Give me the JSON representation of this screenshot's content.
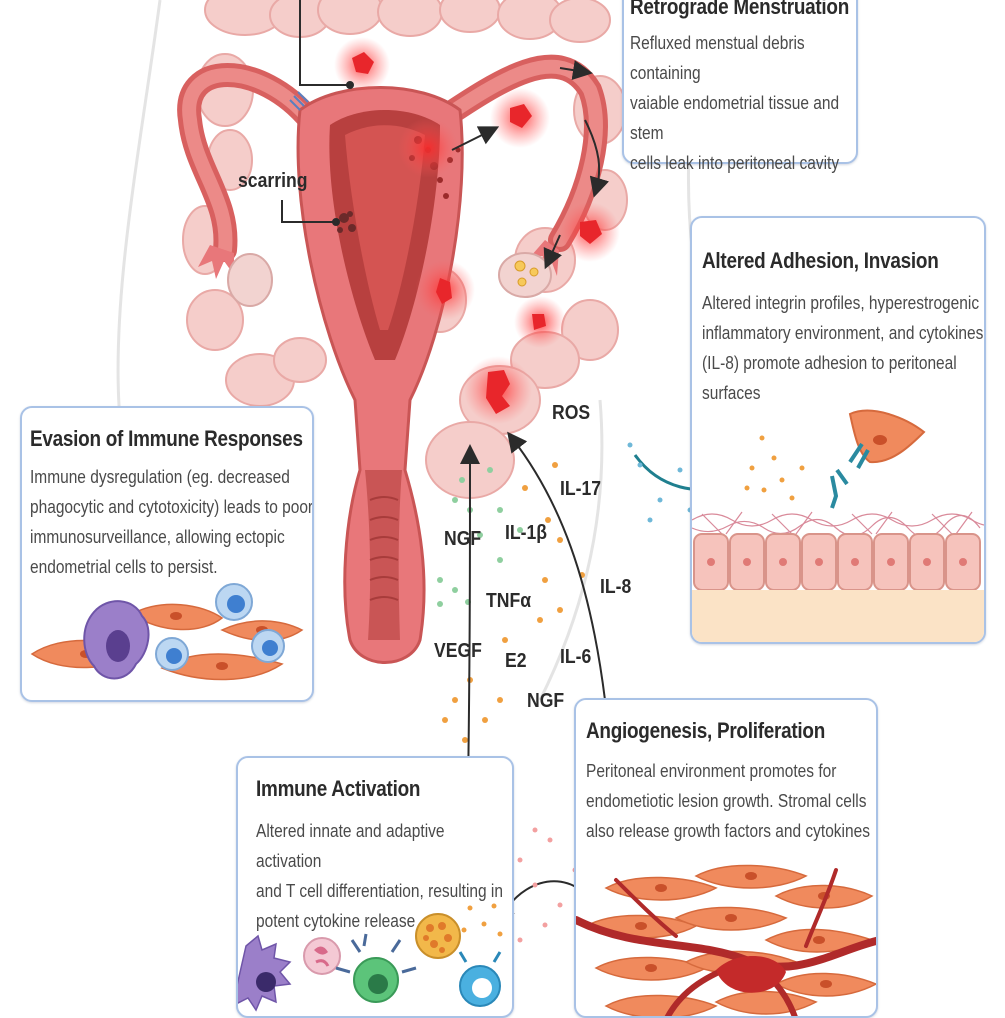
{
  "anatomy_labels": {
    "scarring": "scarring",
    "ros": "ROS"
  },
  "mediators": [
    "NGF",
    "IL-1β",
    "IL-17",
    "TNFα",
    "IL-8",
    "VEGF",
    "E2",
    "IL-6",
    "NGF"
  ],
  "panels": {
    "retrograde": {
      "title": "Retrograde Menstruation",
      "lines": [
        "Refluxed menstual debris containing",
        "vaiable endometrial tissue and stem",
        "cells leak into peritoneal cavity"
      ]
    },
    "adhesion": {
      "title": "Altered Adhesion, Invasion",
      "lines": [
        "Altered integrin profiles, hyperestrogenic",
        "inflammatory environment, and cytokines",
        "(IL-8) promote adhesion to peritoneal",
        "surfaces"
      ]
    },
    "evasion": {
      "title": "Evasion of Immune Responses",
      "lines": [
        "Immune dysregulation (eg. decreased",
        "phagocytic and cytotoxicity) leads to poor",
        "immunosurveillance, allowing ectopic",
        "endometrial cells to persist."
      ]
    },
    "angiogenesis": {
      "title": "Angiogenesis, Proliferation",
      "lines": [
        "Peritoneal environment promotes for",
        "endometiotic lesion growth. Stromal cells",
        "also release growth factors and cytokines"
      ]
    },
    "activation": {
      "title": "Immune Activation",
      "lines": [
        "Altered innate and adaptive activation",
        "and T cell differentiation, resulting in",
        "potent cytokine release"
      ]
    }
  },
  "colors": {
    "panel_border": "#a9c2e6",
    "uterus": "#e8777a",
    "intestine": "#f3c7c4",
    "lesion": "#e8262b",
    "stromal": "#f08a5d",
    "arrow": "#2b2b2b",
    "teal_arrow": "#1f7f8f",
    "dot_orange": "#f0a040",
    "dot_green": "#8fcf9f"
  }
}
